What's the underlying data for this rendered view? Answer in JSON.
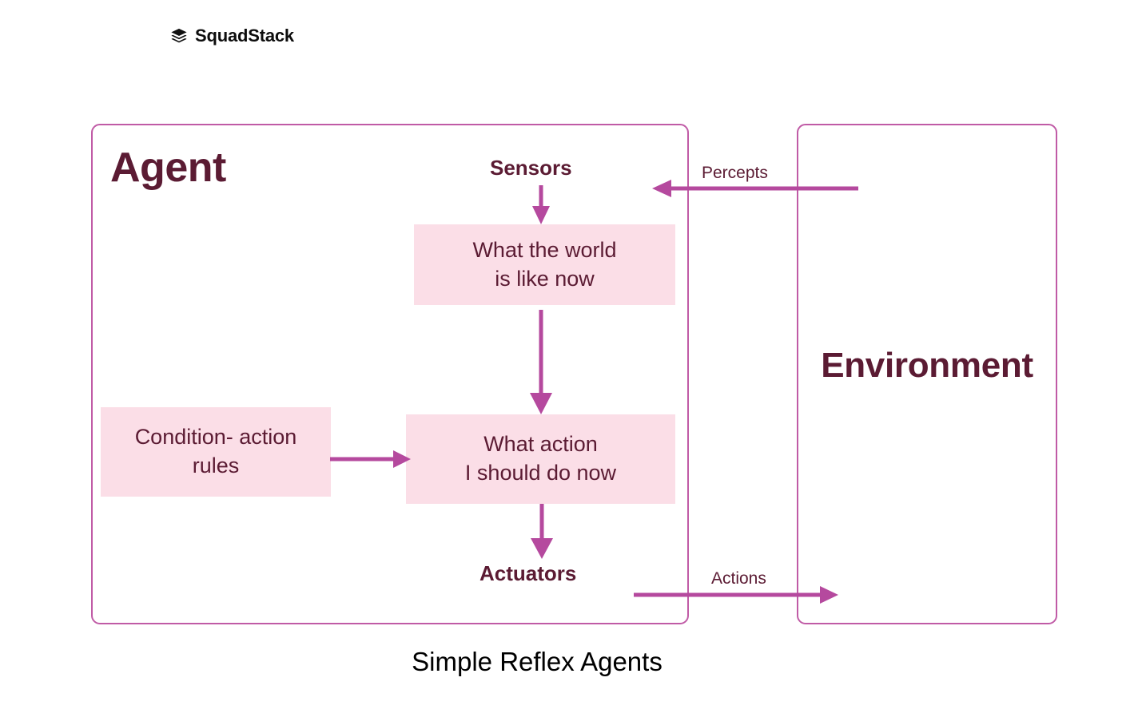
{
  "brand": {
    "name": "SquadStack",
    "logo_icon": "stacked-layers-icon"
  },
  "diagram": {
    "caption": "Simple Reflex Agents",
    "colors": {
      "frame_border": "#C05BA6",
      "arrow": "#B5499E",
      "box_fill": "#FBDEE7",
      "text_maroon": "#5B1B33",
      "caption_text": "#000000"
    },
    "agent": {
      "title": "Agent",
      "sensors_label": "Sensors",
      "actuators_label": "Actuators",
      "boxes": [
        {
          "id": "world",
          "line1": "What the world",
          "line2": "is like now"
        },
        {
          "id": "action",
          "line1": "What action",
          "line2": "I should do now"
        },
        {
          "id": "rules",
          "line1": "Condition- action",
          "line2": "rules"
        }
      ]
    },
    "environment": {
      "title": "Environment"
    },
    "arrows": [
      {
        "id": "percepts",
        "label": "Percepts",
        "direction": "left",
        "from": "environment",
        "to": "sensors"
      },
      {
        "id": "sensors-to-world",
        "label": "",
        "direction": "down",
        "from": "sensors",
        "to": "world"
      },
      {
        "id": "world-to-action",
        "label": "",
        "direction": "down",
        "from": "world",
        "to": "action"
      },
      {
        "id": "rules-to-action",
        "label": "",
        "direction": "right",
        "from": "rules",
        "to": "action"
      },
      {
        "id": "action-to-actuators",
        "label": "",
        "direction": "down",
        "from": "action",
        "to": "actuators"
      },
      {
        "id": "actions",
        "label": "Actions",
        "direction": "right",
        "from": "actuators",
        "to": "environment"
      }
    ]
  }
}
